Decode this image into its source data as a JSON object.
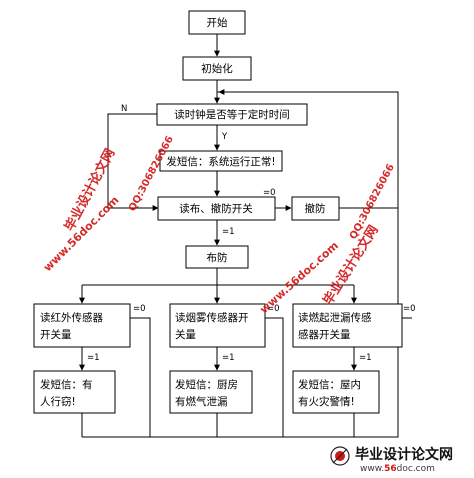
{
  "nodes": {
    "start": "开始",
    "init": "初始化",
    "read_clock": "读时钟是否等于定时时间",
    "sms_ok": "发短信：系统运行正常!",
    "read_arm": "读布、撤防开关",
    "disarm": "撤防",
    "arm": "布防",
    "ir_sensor": [
      "读红外传感器",
      "开关量"
    ],
    "smoke_sensor": [
      "读烟雾传感器开",
      "关量"
    ],
    "gas_sensor": [
      "读燃起泄漏传感",
      "感器开关量"
    ],
    "sms_intruder": [
      "发短信：有",
      "人行窃!"
    ],
    "sms_gas": [
      "发短信：厨房",
      "有燃气泄漏"
    ],
    "sms_fire": [
      "发短信：屋内",
      "有火灾警情!"
    ]
  },
  "edge_labels": {
    "no": "N",
    "yes": "Y",
    "eq0": "=0",
    "eq1": "=1"
  },
  "watermarks": {
    "site_name": "毕业设计论文网",
    "site_url": "www.56doc.com",
    "qq": "QQ:306826066"
  },
  "footer": {
    "logo_text": "毕业设计论文网",
    "url_prefix": "www.",
    "url_number": "56",
    "url_suffix": "doc.com"
  }
}
